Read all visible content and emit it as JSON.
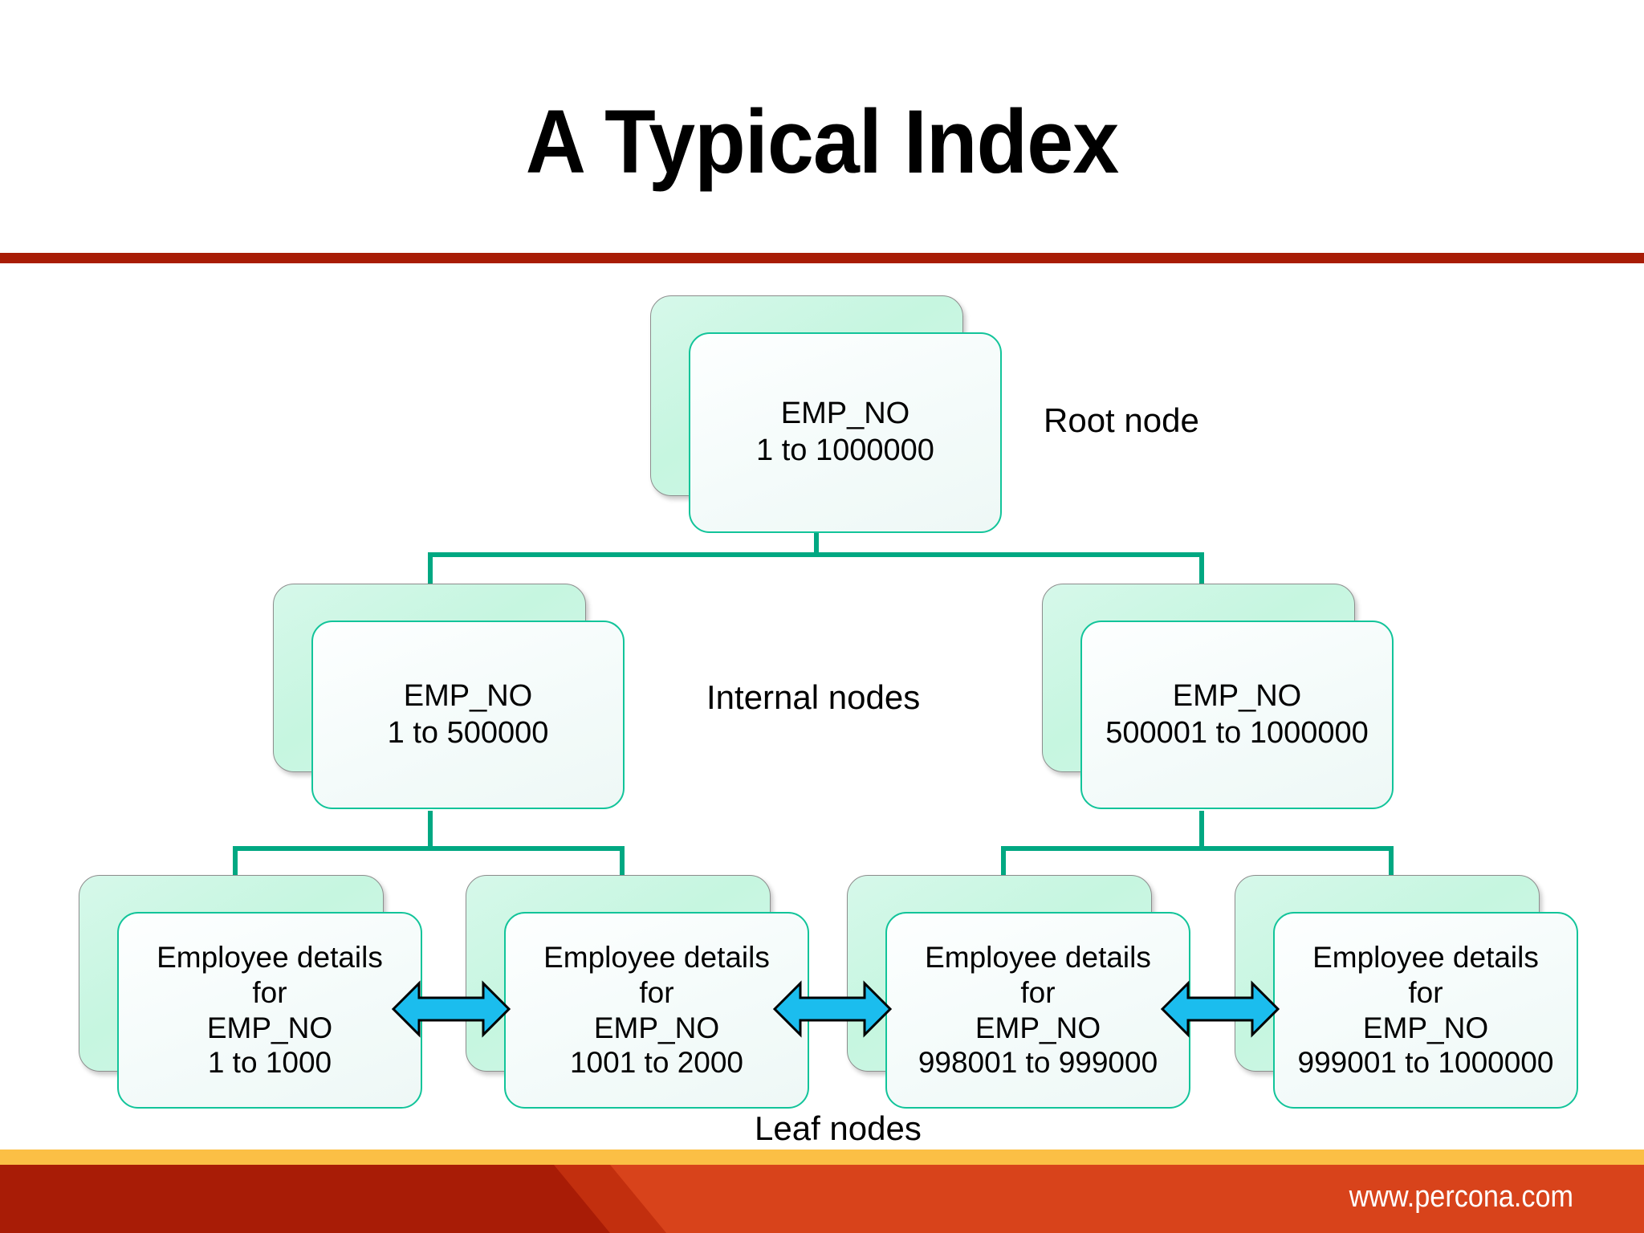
{
  "slide": {
    "title": "A Typical Index",
    "accent_color": "#A81C06",
    "node_border_color": "#12c49a",
    "connector_color": "#00a882",
    "arrow_color": "#1BBDEE",
    "footer_yellow": "#FBBF45",
    "footer_dark_red": "#A81C06",
    "footer_orange": "#D8431B"
  },
  "labels": {
    "root": "Root node",
    "internal": "Internal nodes",
    "leaf": "Leaf nodes"
  },
  "tree": {
    "root": {
      "line1": "EMP_NO",
      "line2": "1 to 1000000",
      "text": "EMP_NO\n1 to 1000000"
    },
    "internal": [
      {
        "line1": "EMP_NO",
        "line2": "1 to 500000",
        "text": "EMP_NO\n1 to 500000"
      },
      {
        "line1": "EMP_NO",
        "line2": "500001 to 1000000",
        "text": "EMP_NO\n500001 to 1000000"
      }
    ],
    "leaves": [
      {
        "line1": "Employee details",
        "line2": "for",
        "line3": "EMP_NO",
        "line4": "1 to 1000",
        "text": "Employee details\nfor\nEMP_NO\n1 to 1000"
      },
      {
        "line1": "Employee details",
        "line2": "for",
        "line3": "EMP_NO",
        "line4": "1001 to 2000",
        "text": "Employee details\nfor\nEMP_NO\n1001 to 2000"
      },
      {
        "line1": "Employee details",
        "line2": "for",
        "line3": "EMP_NO",
        "line4": "998001 to 999000",
        "text": "Employee details\nfor\nEMP_NO\n998001 to 999000"
      },
      {
        "line1": "Employee details",
        "line2": "for",
        "line3": "EMP_NO",
        "line4": "999001 to 1000000",
        "text": "Employee details\nfor\nEMP_NO\n999001 to 1000000"
      }
    ]
  },
  "footer": {
    "url": "www.percona.com"
  }
}
